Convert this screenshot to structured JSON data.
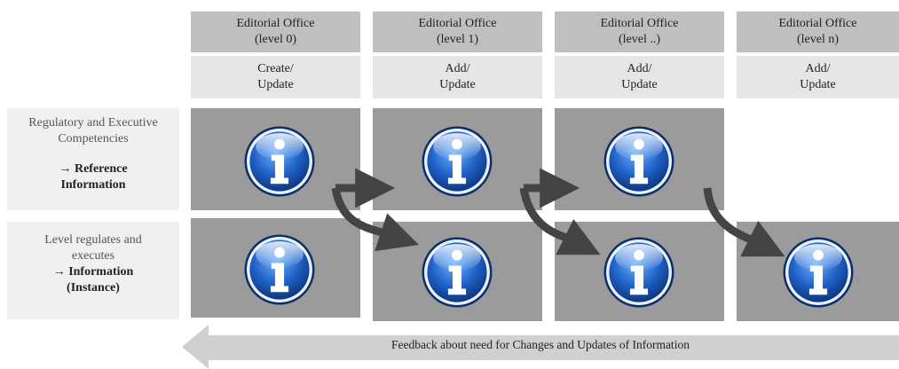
{
  "columns": [
    {
      "title_line1": "Editorial Office",
      "title_line2": "(level 0)",
      "action_line1": "Create/",
      "action_line2": "Update"
    },
    {
      "title_line1": "Editorial Office",
      "title_line2": "(level 1)",
      "action_line1": "Add/",
      "action_line2": "Update"
    },
    {
      "title_line1": "Editorial Office",
      "title_line2": "(level ..)",
      "action_line1": "Add/",
      "action_line2": "Update"
    },
    {
      "title_line1": "Editorial Office",
      "title_line2": "(level n)",
      "action_line1": "Add/",
      "action_line2": "Update"
    }
  ],
  "rows": [
    {
      "line1": "Regulatory and Executive",
      "line2": "Competencies",
      "arrow": "→",
      "bold_line1": "Reference",
      "bold_line2": "Information"
    },
    {
      "line1": "Level regulates and",
      "line2": "executes",
      "arrow": "→",
      "bold_line1": "Information",
      "bold_line2": "(Instance)"
    }
  ],
  "feedback": {
    "label": "Feedback about need for Changes and Updates of Information"
  },
  "icons": {
    "name": "info-icon",
    "glyph": "i"
  },
  "colors": {
    "header": "#bfbfbf",
    "action": "#e6e6e6",
    "cell": "#9b9b9b",
    "arrow": "#444444",
    "feedback_arrow": "#d0d0d0",
    "icon_blue": "#1f62c7"
  }
}
